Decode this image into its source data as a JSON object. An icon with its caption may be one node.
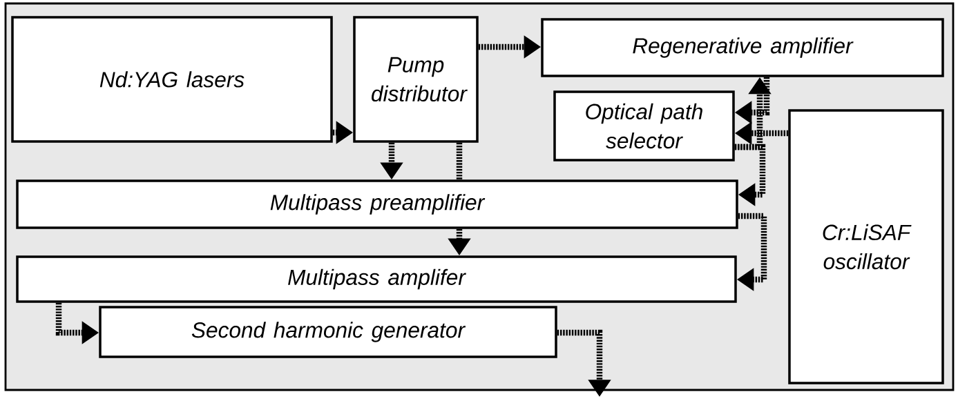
{
  "diagram": {
    "nodes": [
      {
        "text": [],
        "shape": "box"
      },
      {
        "text": [
          "Nd:YAG lasers"
        ],
        "in": 0
      },
      {
        "text": [
          "Pump distributor"
        ],
        "in": 0
      },
      {
        "text": [
          "Regenerative amplifier"
        ],
        "in": 0
      },
      {
        "text": [
          "Optical path selector"
        ],
        "in": 0
      },
      {
        "text": [
          "Multipass preamplifier"
        ],
        "in": 0
      },
      {
        "text": [
          "Multipass amplifer"
        ],
        "in": 0
      },
      {
        "text": [
          "Second harmonic generator"
        ],
        "in": 0
      },
      {
        "text": [
          "Cr:LiSAF oscillator"
        ],
        "in": 0
      }
    ],
    "edges": [
      {
        "from": 1,
        "to": 2,
        "arrow": "to"
      },
      {
        "from": 2,
        "to": 3,
        "arrow": "to"
      },
      {
        "from": 2,
        "to": 5,
        "arrow": "to"
      },
      {
        "from": 2,
        "to": 5,
        "arrow": "none"
      },
      {
        "from": 5,
        "to": 6,
        "arrow": "to"
      },
      {
        "from": 8,
        "to": 4,
        "arrow": "to"
      },
      {
        "from": 4,
        "to": 3,
        "arrow": "to"
      },
      {
        "from": 3,
        "to": 4,
        "arrow": "to"
      },
      {
        "from": 4,
        "to": 5,
        "arrow": "to"
      },
      {
        "from": 5,
        "to": 6,
        "arrow": "to"
      },
      {
        "from": 6,
        "to": 7,
        "arrow": "to"
      },
      {
        "from": 7,
        "to": null,
        "arrow": "to"
      }
    ]
  }
}
